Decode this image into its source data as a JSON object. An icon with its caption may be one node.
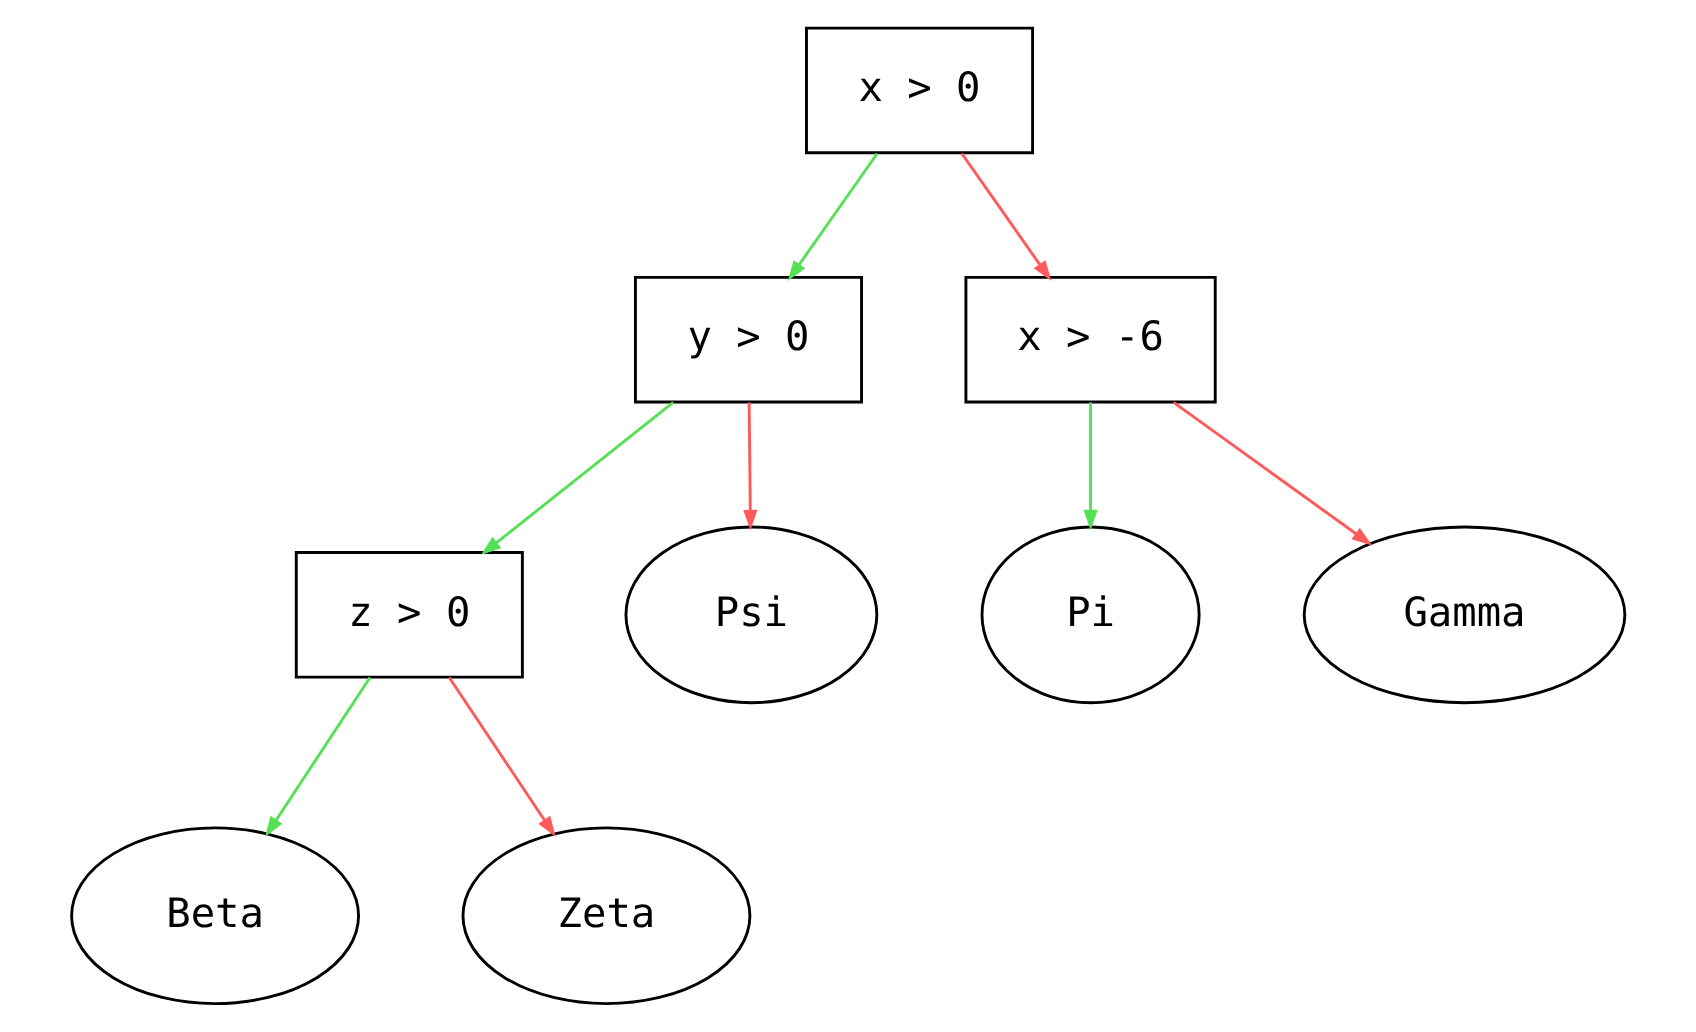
{
  "diagram": {
    "nodes": [
      {
        "text": [
          "x > 0"
        ]
      },
      {
        "text": [
          "y > 0"
        ]
      },
      {
        "text": [
          "x > -6"
        ]
      },
      {
        "text": [
          "z > 0"
        ]
      },
      {
        "text": [
          "Psi"
        ]
      },
      {
        "text": [
          "Pi"
        ]
      },
      {
        "text": [
          "Gamma"
        ]
      },
      {
        "text": [
          "Beta"
        ]
      },
      {
        "text": [
          "Zeta"
        ]
      }
    ],
    "edges": [
      {
        "from": 0,
        "to": 1,
        "arrow": "to",
        "color": "#55e055"
      },
      {
        "from": 0,
        "to": 2,
        "arrow": "to",
        "color": "#ff5a5a"
      },
      {
        "from": 1,
        "to": 3,
        "arrow": "to",
        "color": "#55e055"
      },
      {
        "from": 1,
        "to": 4,
        "arrow": "to",
        "color": "#ff5a5a"
      },
      {
        "from": 2,
        "to": 5,
        "arrow": "to",
        "color": "#55e055"
      },
      {
        "from": 2,
        "to": 6,
        "arrow": "to",
        "color": "#ff5a5a"
      },
      {
        "from": 3,
        "to": 7,
        "arrow": "to",
        "color": "#55e055"
      },
      {
        "from": 3,
        "to": 8,
        "arrow": "to",
        "color": "#ff5a5a"
      }
    ]
  }
}
